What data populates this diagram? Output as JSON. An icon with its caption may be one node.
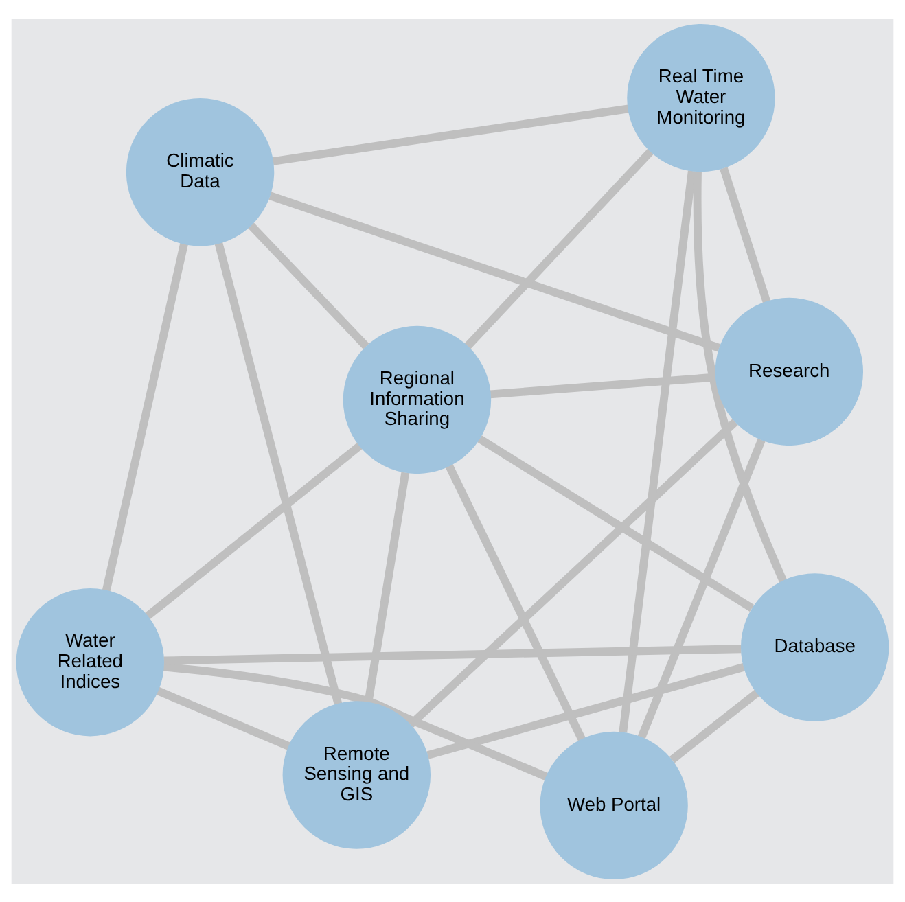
{
  "diagram": {
    "nodes": [
      {
        "text": [
          "Climatic Data"
        ]
      },
      {
        "text": [
          "Research"
        ]
      },
      {
        "text": [
          "Remote Sensing and GIS"
        ]
      },
      {
        "text": [
          "Regional Information Sharing"
        ]
      },
      {
        "text": [
          "Real Time Water Monitoring"
        ]
      },
      {
        "text": [
          "Water Related Indices"
        ]
      },
      {
        "text": [
          "Web Portal"
        ]
      },
      {
        "text": [
          "Database"
        ]
      }
    ],
    "edges": [
      {
        "from": 1,
        "to": 0,
        "arrow": "none"
      },
      {
        "from": 1,
        "to": 2,
        "arrow": "none"
      },
      {
        "from": 1,
        "to": 4,
        "arrow": "none"
      },
      {
        "from": 1,
        "to": 6,
        "arrow": "none"
      },
      {
        "from": 1,
        "to": 3,
        "arrow": "none"
      },
      {
        "from": 0,
        "to": 4,
        "arrow": "none"
      },
      {
        "from": 0,
        "to": 3,
        "arrow": "none"
      },
      {
        "from": 0,
        "to": 2,
        "arrow": "none"
      },
      {
        "from": 0,
        "to": 5,
        "arrow": "none"
      },
      {
        "from": 2,
        "to": 3,
        "arrow": "none"
      },
      {
        "from": 2,
        "to": 5,
        "arrow": "none"
      },
      {
        "from": 2,
        "to": 7,
        "arrow": "none"
      },
      {
        "from": 3,
        "to": 4,
        "arrow": "none"
      },
      {
        "from": 3,
        "to": 5,
        "arrow": "none"
      },
      {
        "from": 3,
        "to": 6,
        "arrow": "none"
      },
      {
        "from": 3,
        "to": 7,
        "arrow": "none"
      },
      {
        "from": 4,
        "to": 6,
        "arrow": "none"
      },
      {
        "from": 4,
        "to": 7,
        "arrow": "none"
      },
      {
        "from": 5,
        "to": 6,
        "arrow": "none"
      },
      {
        "from": 5,
        "to": 7,
        "arrow": "none"
      },
      {
        "from": 6,
        "to": 7,
        "arrow": "none"
      }
    ]
  }
}
